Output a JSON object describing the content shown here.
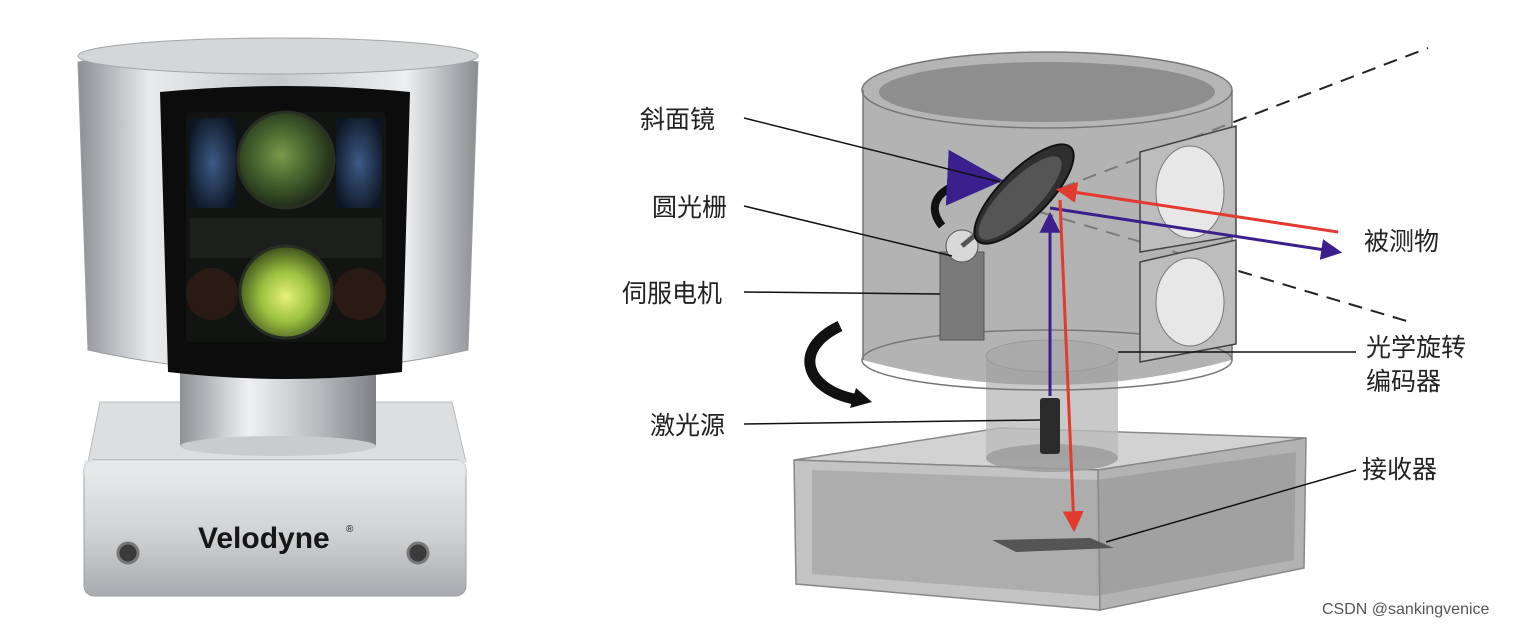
{
  "product_photo": {
    "brand_logo": "Velodyne",
    "registered_mark": "®"
  },
  "diagram": {
    "labels": {
      "mirror": "斜面镜",
      "circular_grating": "圆光栅",
      "servo_motor": "伺服电机",
      "laser_source": "激光源",
      "target": "被测物",
      "encoder_line1": "光学旋转",
      "encoder_line2": "编码器",
      "receiver": "接收器"
    },
    "colors": {
      "emitted_beam": "#3b1f8c",
      "returned_beam": "#e23a2e",
      "housing": "#7a7a7a"
    }
  },
  "watermark": "CSDN @sankingvenice"
}
